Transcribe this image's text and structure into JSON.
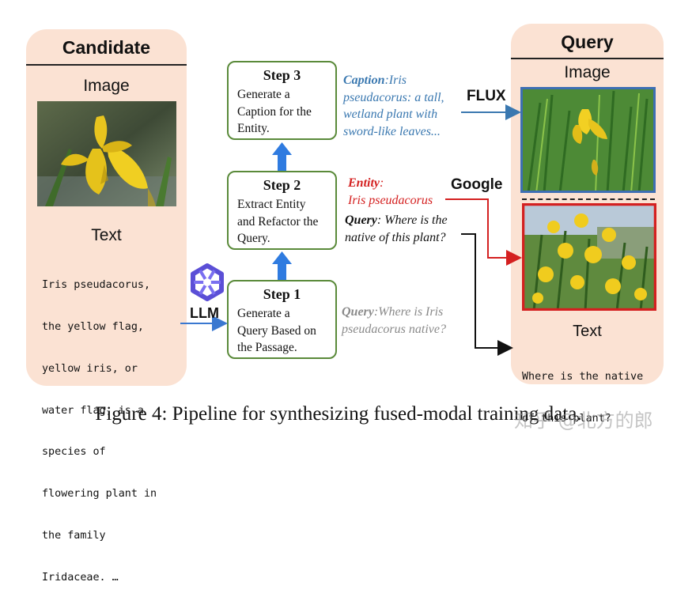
{
  "candidate": {
    "title": "Candidate",
    "image_label": "Image",
    "text_label": "Text",
    "text_lines": [
      "Iris pseudacorus,",
      "the yellow flag,",
      "yellow iris, or",
      "water flag, is a",
      "species of",
      "flowering plant in",
      "the family",
      "Iridaceae. …"
    ]
  },
  "llm_label": "LLM",
  "steps": [
    {
      "title": "Step 1",
      "lines": [
        "Generate a",
        "Query Based on",
        "the Passage."
      ]
    },
    {
      "title": "Step 2",
      "lines": [
        "Extract Entity",
        "and Refactor the",
        "Query."
      ]
    },
    {
      "title": "Step 3",
      "lines": [
        "Generate a",
        "Caption for the",
        "Entity."
      ]
    }
  ],
  "annotations": {
    "caption_key": "Caption",
    "caption_lines": [
      ":Iris",
      "pseudacorus: a tall,",
      "wetland plant with",
      "sword-like leaves..."
    ],
    "entity_key": "Entity",
    "entity_colon": ":",
    "entity_value": "Iris pseudacorus",
    "query2_key": "Query",
    "query2_lines": [
      ": Where is the",
      "native of this plant?"
    ],
    "query1_key": "Query",
    "query1_lines": [
      ":Where is Iris",
      "pseudacorus native?"
    ]
  },
  "brands": {
    "flux": "FLUX",
    "google": "Google"
  },
  "query": {
    "title": "Query",
    "image_label": "Image",
    "text_label": "Text",
    "text_lines": [
      "Where is the native",
      "of this plant?"
    ]
  },
  "colors": {
    "panel_bg": "#fbe2d3",
    "step_border": "#5a8a3a",
    "arrow_blue": "#2f7be0",
    "caption_blue": "#3a78b0",
    "entity_red": "#d42020",
    "frame_blue": "#3d6fb3",
    "frame_red": "#d42020",
    "query_grey": "#8a8a8a"
  },
  "figure_caption": "Figure 4: Pipeline for synthesizing fused-modal training data.",
  "watermark": "知乎 @北方的郎"
}
